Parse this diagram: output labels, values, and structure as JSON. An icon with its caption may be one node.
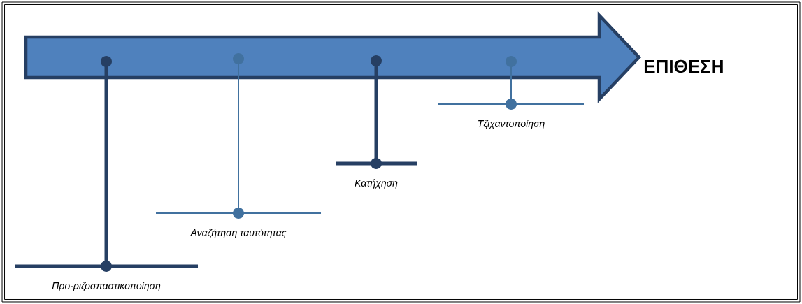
{
  "diagram": {
    "nodes": [
      {
        "text": [
          "ΕΠΙΘΕΣΗ"
        ]
      },
      {
        "text": [
          "Προ-ριζοσπαστικοποίηση"
        ]
      },
      {
        "text": [
          "Αναζήτηση ταυτότητας"
        ]
      },
      {
        "text": [
          "Κατήχηση"
        ]
      },
      {
        "text": [
          "Τζιχαντοποίηση"
        ]
      }
    ],
    "edges": [
      {
        "from": 0,
        "to": 1,
        "arrow": "other",
        "style": "thick",
        "color": "#263f63"
      },
      {
        "from": 0,
        "to": 2,
        "arrow": "other",
        "color": "#41719f"
      },
      {
        "from": 0,
        "to": 3,
        "arrow": "other",
        "style": "thick",
        "color": "#263f63"
      },
      {
        "from": 0,
        "to": 4,
        "arrow": "other",
        "color": "#41719f"
      }
    ]
  }
}
